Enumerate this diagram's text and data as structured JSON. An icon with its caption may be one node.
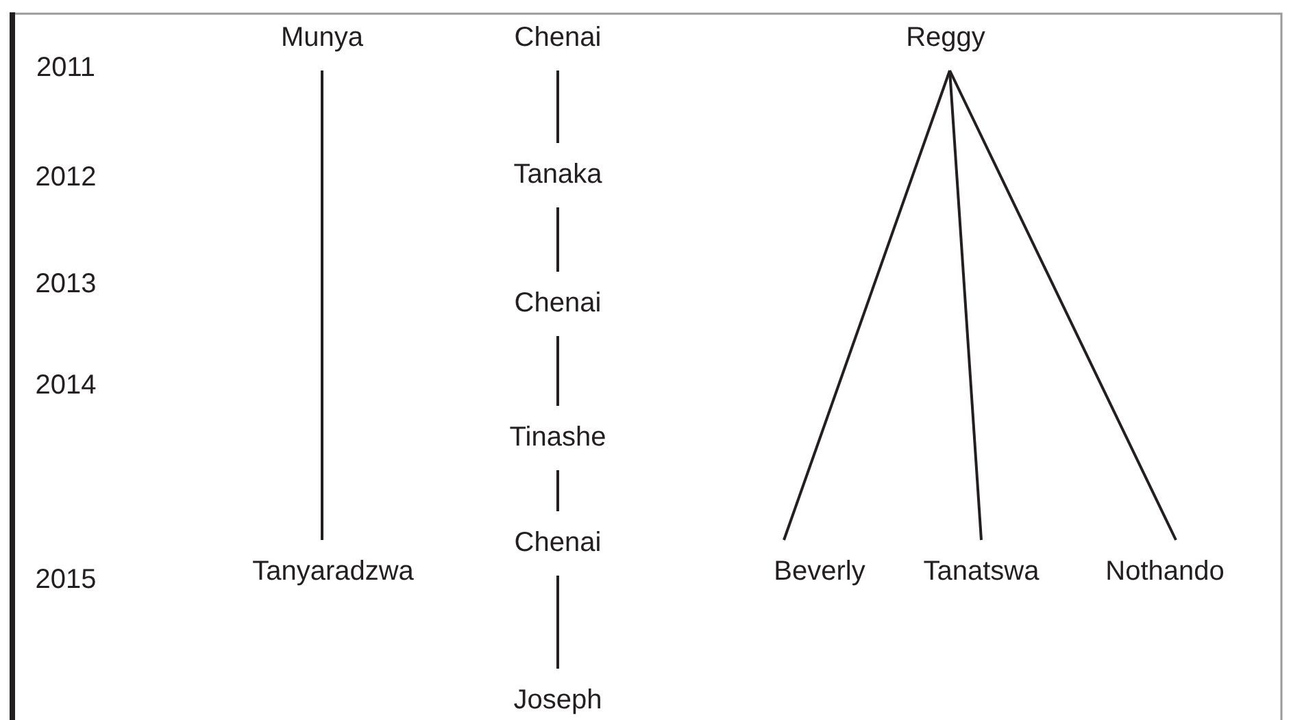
{
  "diagram": {
    "nodes": [
      {
        "text": [
          "Munya"
        ]
      },
      {
        "text": [
          "Chenai"
        ]
      },
      {
        "text": [
          "Reggy"
        ]
      },
      {
        "text": [
          "Tanaka"
        ]
      },
      {
        "text": [
          "Chenai"
        ]
      },
      {
        "text": [
          "Tinashe"
        ]
      },
      {
        "text": [
          "Chenai"
        ]
      },
      {
        "text": [
          "Tanyaradzwa"
        ]
      },
      {
        "text": [
          "Beverly"
        ]
      },
      {
        "text": [
          "Tanatswa"
        ]
      },
      {
        "text": [
          "Nothando"
        ]
      },
      {
        "text": [
          "Joseph"
        ]
      }
    ],
    "edges": [
      {
        "from": 0,
        "to": 7,
        "arrow": "none"
      },
      {
        "from": 1,
        "to": 3,
        "arrow": "none"
      },
      {
        "from": 3,
        "to": 4,
        "arrow": "none"
      },
      {
        "from": 4,
        "to": 5,
        "arrow": "none"
      },
      {
        "from": 5,
        "to": 6,
        "arrow": "none"
      },
      {
        "from": 6,
        "to": 11,
        "arrow": "none"
      },
      {
        "from": 2,
        "to": 8,
        "arrow": "none"
      },
      {
        "from": 2,
        "to": 9,
        "arrow": "none"
      },
      {
        "from": 2,
        "to": 10,
        "arrow": "none"
      }
    ],
    "labels": [
      "2011",
      "2012",
      "2013",
      "2014",
      "2015"
    ]
  }
}
